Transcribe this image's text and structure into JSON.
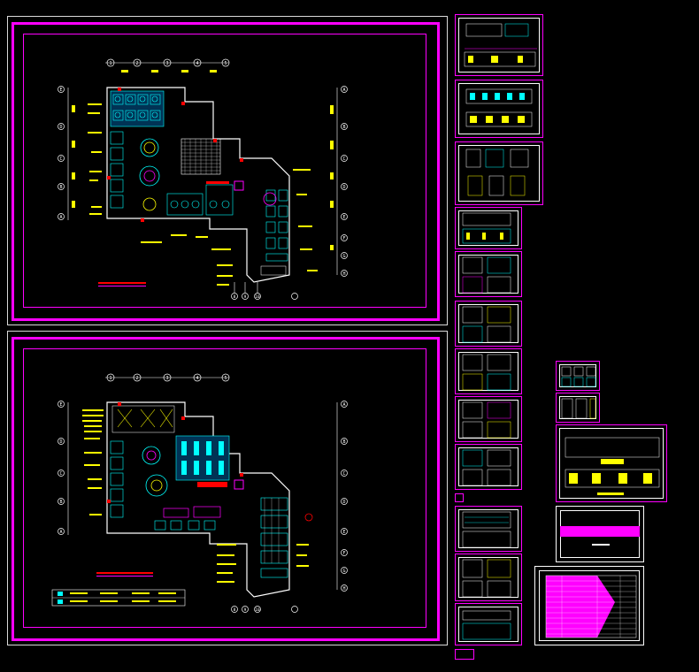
{
  "sheet_top": {
    "column_markers": [
      "1",
      "2",
      "3",
      "4",
      "5"
    ],
    "row_markers_left": [
      "E",
      "D",
      "C",
      "B",
      "A"
    ],
    "row_markers_right": [
      "A",
      "B",
      "C",
      "D",
      "E",
      "F",
      "G",
      "H"
    ],
    "bottom_markers": [
      "8",
      "9",
      "10"
    ]
  },
  "sheet_bottom": {
    "column_markers": [
      "1",
      "2",
      "3",
      "4",
      "5"
    ],
    "row_markers_left": [
      "E",
      "D",
      "C",
      "B",
      "A"
    ],
    "row_markers_right": [
      "A",
      "B",
      "C",
      "D",
      "E",
      "F",
      "G",
      "H"
    ],
    "bottom_markers": [
      "8",
      "9",
      "10"
    ]
  },
  "colors": {
    "background": "#000000",
    "sheet_border": "#ff00ff",
    "annotation": "#ffff00",
    "wall": "#ffffff",
    "fixture": "#00ffff",
    "accent_red": "#ff0000",
    "accent_green": "#00ff00"
  }
}
